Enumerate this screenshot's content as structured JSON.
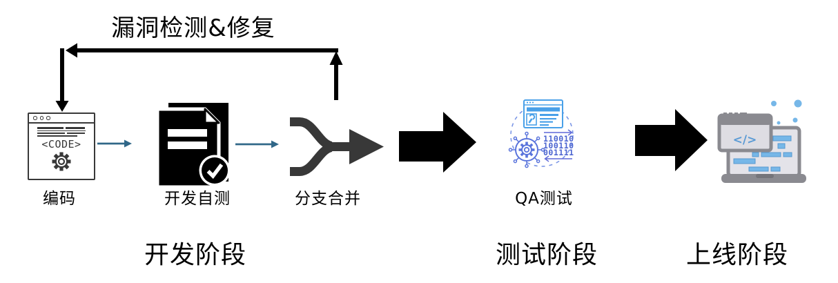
{
  "title": "漏洞检测&修复",
  "steps": {
    "coding": "编码",
    "self_test": "开发自测",
    "merge": "分支合并",
    "qa": "QA测试"
  },
  "phases": {
    "dev": "开发阶段",
    "test": "测试阶段",
    "launch": "上线阶段"
  },
  "icons": {
    "code_text": "<CODE>",
    "deploy_tag": "</>",
    "binary": [
      "110010",
      "100110",
      "001111"
    ]
  },
  "colors": {
    "black": "#000000",
    "icon_dark": "#383838",
    "flow_arrow_blue": "#306788",
    "qa_window_blue": "#49a0e8",
    "qa_purple": "#5a74dc",
    "qa_binary_blue": "#4a63d0",
    "laptop_gray": "#8a8a90",
    "laptop_fill": "#e4e3e9",
    "laptop_code_blue": "#76b7e8"
  }
}
